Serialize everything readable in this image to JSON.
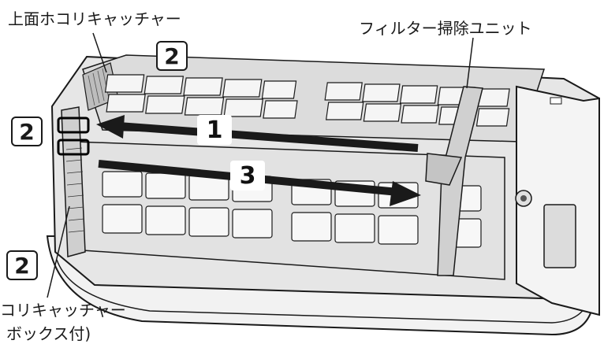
{
  "labels": {
    "top_dust_catcher": "上面ホコリキャッチャー",
    "filter_unit": "フィルター掃除ユニット",
    "side_catcher_line1": "コリキャッチャー",
    "side_catcher_line2": "ボックス付)"
  },
  "steps": {
    "box_top": "2",
    "box_left": "2",
    "box_bottom": "2",
    "arrow_1": "1",
    "arrow_3": "3"
  },
  "colors": {
    "line": "#1a1a1a",
    "body": "#f4f4f4",
    "frame": "#d9d9d9",
    "filter": "#ececec",
    "dark": "#2a2a2a"
  }
}
